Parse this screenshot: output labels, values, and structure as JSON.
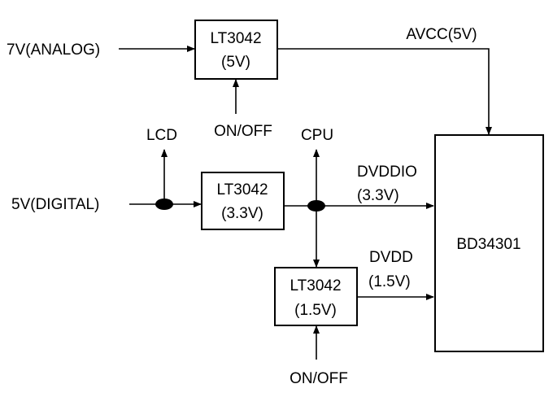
{
  "inputs": {
    "analog": "7V(ANALOG)",
    "digital": "5V(DIGITAL)"
  },
  "regulator_top": {
    "line1": "LT3042",
    "line2": "(5V)"
  },
  "regulator_mid": {
    "line1": "LT3042",
    "line2": "(3.3V)"
  },
  "regulator_bottom": {
    "line1": "LT3042",
    "line2": "(1.5V)"
  },
  "controls": {
    "top_onoff": "ON/OFF",
    "bottom_onoff": "ON/OFF"
  },
  "taps": {
    "lcd": "LCD",
    "cpu": "CPU"
  },
  "rails": {
    "avcc": "AVCC(5V)",
    "dvddio_name": "DVDDIO",
    "dvddio_voltage": "(3.3V)",
    "dvdd_name": "DVDD",
    "dvdd_voltage": "(1.5V)"
  },
  "chip": {
    "name": "BD34301"
  },
  "colors": {
    "line": "#000000",
    "background": "#ffffff"
  }
}
